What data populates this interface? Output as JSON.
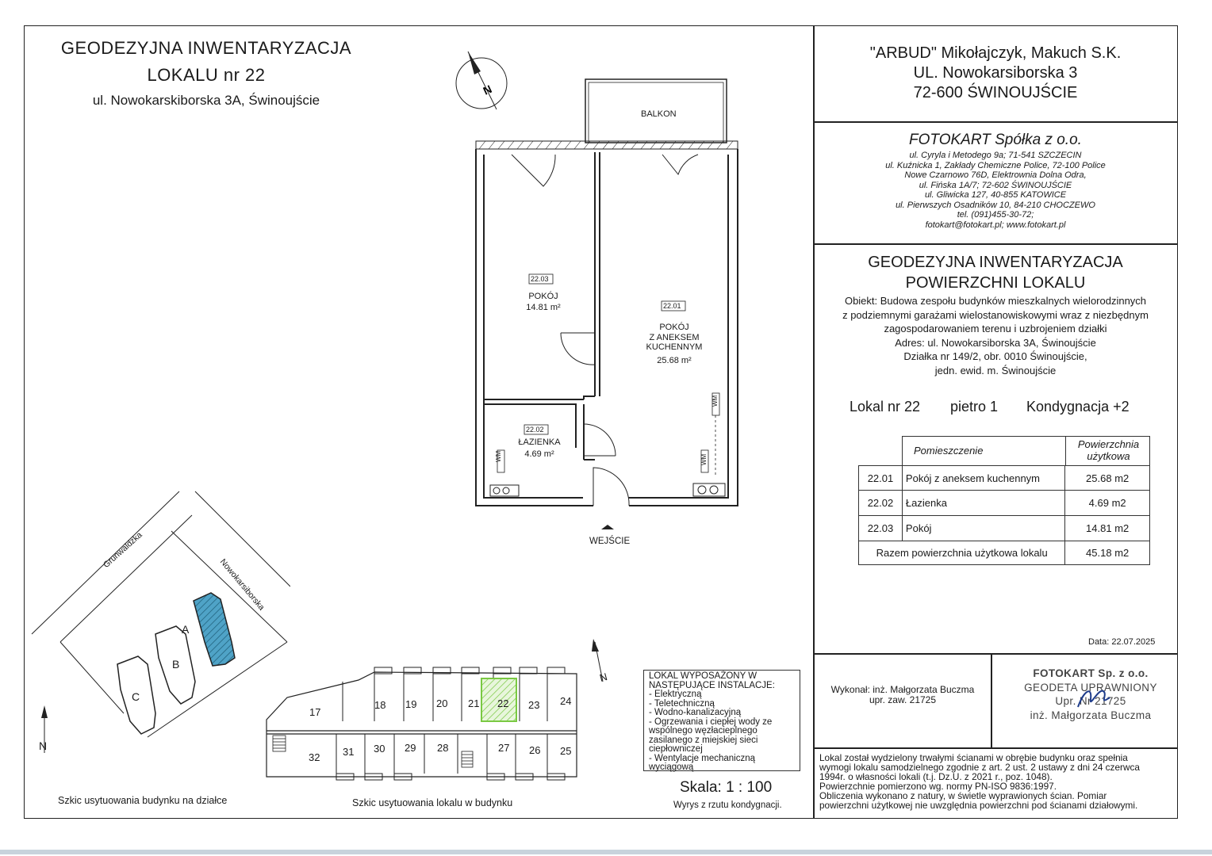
{
  "header": {
    "title_line1": "GEODEZYJNA INWENTARYZACJA",
    "title_line2": "LOKALU  nr  22",
    "address": "ul. Nowokarskiborska 3A,  Świnoujście"
  },
  "client": {
    "line1": "\"ARBUD\" Mikołajczyk, Makuch S.K.",
    "line2": "UL. Nowokarsiborska 3",
    "line3": "72-600 ŚWINOUJŚCIE"
  },
  "company": {
    "name": "FOTOKART Spółka z o.o.",
    "lines": [
      "ul. Cyryla i Metodego 9a; 71-541 SZCZECIN",
      "ul. Kuźnicka 1, Zakłady Chemiczne Police, 72-100 Police",
      "Nowe Czarnowo 76D, Elektrownia Dolna Odra,",
      "ul. Fińska 1A/7; 72-602 ŚWINOUJŚCIE",
      "ul. Gliwicka 127, 40-855 KATOWICE",
      "ul. Pierwszych Osadników 10, 84-210 CHOCZEWO",
      "tel. (091)455-30-72;",
      "fotokart@fotokart.pl; www.fotokart.pl"
    ]
  },
  "survey": {
    "title_line1": "GEODEZYJNA INWENTARYZACJA",
    "title_line2": "POWIERZCHNI LOKALU",
    "object_lines": [
      "Obiekt: Budowa zespołu budynków mieszkalnych wielorodzinnych",
      "z podziemnymi garażami wielostanowiskowymi wraz z niezbędnym",
      "zagospodarowaniem terenu i uzbrojeniem działki",
      "Adres:  ul. Nowokarsiborska 3A,  Świnoujście",
      "Działka nr 149/2, obr. 0010 Świnoujście,",
      "jedn. ewid. m. Świnoujście"
    ],
    "unit": "Lokal nr  22",
    "floor": "pietro 1",
    "storey": "Kondygnacja +2"
  },
  "area_table": {
    "header_room": "Pomieszczenie",
    "header_area_1": "Powierzchnia",
    "header_area_2": "użytkowa",
    "rows": [
      {
        "id": "22.01",
        "name": "Pokój z aneksem kuchennym",
        "area": "25.68 m2"
      },
      {
        "id": "22.02",
        "name": "Łazienka",
        "area": "4.69 m2"
      },
      {
        "id": "22.03",
        "name": "Pokój",
        "area": "14.81 m2"
      }
    ],
    "total_label": "Razem powierzchnia użytkowa lokalu",
    "total_area": "45.18 m2"
  },
  "date": "Data: 22.07.2025",
  "executor": {
    "line1": "Wykonał:  inż. Małgorzata Buczma",
    "line2": "upr. zaw. 21725"
  },
  "stamp": {
    "line1": "FOTOKART Sp. z o.o.",
    "line2": "GEODETA UPRAWNIONY",
    "line3": "Upr. Nr 21725",
    "line4": "inż. Małgorzata Buczma"
  },
  "notes": [
    "Lokal został wydzielony trwałymi ścianami w obrębie budynku oraz spełnia",
    "wymogi lokalu samodzielnego zgodnie z art. 2 ust. 2 ustawy z dni 24 czerwca",
    "1994r. o własności lokali (t.j. Dz.U. z 2021 r., poz. 1048).",
    "Powierzchnie pomierzono wg. normy PN-ISO 9836:1997.",
    "Obliczenia wykonano z natury, w świetle wyprawionych ścian. Pomiar",
    "powierzchni użytkowej nie uwzględnia powierzchni pod ścianami działowymi."
  ],
  "plan": {
    "balcony": "BALKON",
    "entrance": "WEJŚCIE",
    "rooms": [
      {
        "code": "22.03",
        "name": "POKÓJ",
        "area": "14.81 m²"
      },
      {
        "code": "22.01",
        "name1": "POKÓJ",
        "name2": "Z ANEKSEM",
        "name3": "KUCHENNYM",
        "area": "25.68 m²"
      },
      {
        "code": "22.02",
        "name": "ŁAZIENKA",
        "area": "4.69 m²"
      }
    ],
    "vent": "WM"
  },
  "equipment": {
    "title1": "LOKAL WYPOSAŻONY W",
    "title2": "NASTĘPUJĄCE INSTALACJE:",
    "items": [
      "- Elektryczną",
      "- Teletechniczną",
      "- Wodno-kanalizacyjną",
      "- Ogrzewania i ciepłej wody ze",
      "wspólnego węzłacieplnego",
      "zasilanego z miejskiej sieci",
      "ciepłowniczej",
      "- Wentylacje mechaniczną",
      "wyciągową"
    ]
  },
  "scale": "Skala:  1 : 100",
  "scale_note": "Wyrys z rzutu kondygnacji.",
  "site": {
    "street1": "Grunwaldzka",
    "street2": "Nowokarsiborska",
    "buildings": [
      "A",
      "B",
      "C"
    ],
    "north": "N",
    "caption": "Szkic usytuowania budynku na działce"
  },
  "building": {
    "top_units": [
      "17",
      "18",
      "19",
      "20",
      "21",
      "22",
      "23",
      "24"
    ],
    "bottom_units": [
      "32",
      "31",
      "30",
      "29",
      "28",
      "27",
      "26",
      "25"
    ],
    "caption": "Szkic usytuowania lokalu w budynku"
  },
  "colors": {
    "highlight_site": "#4fa3c7",
    "highlight_unit": "#7ac943",
    "line": "#222222"
  }
}
